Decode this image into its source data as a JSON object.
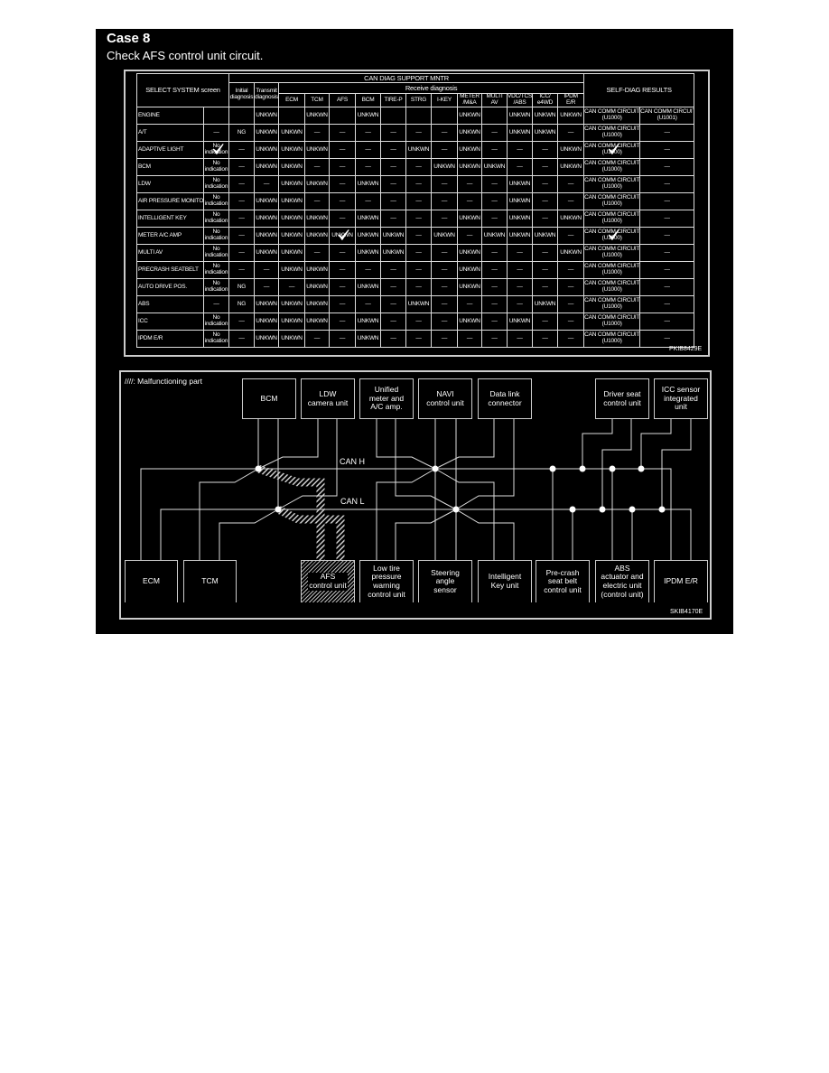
{
  "header": {
    "title": "Case 8",
    "subtitle": "Check AFS control unit circuit."
  },
  "table": {
    "select_system_header": "SELECT SYSTEM screen",
    "can_diag_header": "CAN DIAG SUPPORT MNTR",
    "initial_header": "Initial\ndiagnosis",
    "transmit_header": "Transmit\ndiagnosis",
    "receive_header": "Receive diagnosis",
    "self_diag_header": "SELF-DIAG RESULTS",
    "receive_columns": [
      "ECM",
      "TCM",
      "AFS",
      "BCM",
      "TIRE-P",
      "STRG",
      "I-KEY",
      "METER\n/M&A",
      "MULTI\nAV",
      "VDC/TCS\n/ABS",
      "ICC/\ne4WD",
      "IPDM\nE/R"
    ],
    "rows": [
      {
        "system": "ENGINE",
        "cells": [
          "",
          "",
          "UNKWN",
          "",
          "UNKWN",
          "",
          "UNKWN",
          "",
          "",
          "",
          "UNKWN",
          "",
          "UNKWN",
          "UNKWN",
          "UNKWN",
          "CAN COMM CIRCUIT\n(U1000)",
          "CAN COMM CIRCUIT\n(U1001)"
        ],
        "checked": []
      },
      {
        "system": "A/T",
        "cells": [
          "—",
          "NG",
          "UNKWN",
          "UNKWN",
          "—",
          "—",
          "—",
          "—",
          "—",
          "—",
          "UNKWN",
          "—",
          "UNKWN",
          "UNKWN",
          "—",
          "CAN COMM CIRCUIT\n(U1000)",
          "—"
        ],
        "checked": []
      },
      {
        "system": "ADAPTIVE LIGHT",
        "cells": [
          "No\nindication",
          "—",
          "UNKWN",
          "UNKWN",
          "UNKWN",
          "—",
          "—",
          "—",
          "UNKWN",
          "—",
          "UNKWN",
          "—",
          "—",
          "—",
          "UNKWN",
          "CAN COMM CIRCUIT\n(U1000)",
          "—"
        ],
        "checked": [
          0,
          15
        ]
      },
      {
        "system": "BCM",
        "cells": [
          "No\nindication",
          "—",
          "UNKWN",
          "UNKWN",
          "—",
          "—",
          "—",
          "—",
          "—",
          "UNKWN",
          "UNKWN",
          "UNKWN",
          "—",
          "—",
          "UNKWN",
          "CAN COMM CIRCUIT\n(U1000)",
          "—"
        ],
        "checked": []
      },
      {
        "system": "LDW",
        "cells": [
          "No\nindication",
          "—",
          "—",
          "UNKWN",
          "UNKWN",
          "—",
          "UNKWN",
          "—",
          "—",
          "—",
          "—",
          "—",
          "UNKWN",
          "—",
          "—",
          "CAN COMM CIRCUIT\n(U1000)",
          "—"
        ],
        "checked": []
      },
      {
        "system": "AIR PRESSURE MONITOR",
        "cells": [
          "No\nindication",
          "—",
          "UNKWN",
          "UNKWN",
          "—",
          "—",
          "—",
          "—",
          "—",
          "—",
          "—",
          "—",
          "UNKWN",
          "—",
          "—",
          "CAN COMM CIRCUIT\n(U1000)",
          "—"
        ],
        "checked": []
      },
      {
        "system": "INTELLIGENT KEY",
        "cells": [
          "No\nindication",
          "—",
          "UNKWN",
          "UNKWN",
          "UNKWN",
          "—",
          "UNKWN",
          "—",
          "—",
          "—",
          "UNKWN",
          "—",
          "UNKWN",
          "—",
          "UNKWN",
          "CAN COMM CIRCUIT\n(U1000)",
          "—"
        ],
        "checked": []
      },
      {
        "system": "METER A/C AMP",
        "cells": [
          "No\nindication",
          "—",
          "UNKWN",
          "UNKWN",
          "UNKWN",
          "UNKWN",
          "UNKWN",
          "UNKWN",
          "—",
          "UNKWN",
          "—",
          "UNKWN",
          "UNKWN",
          "UNKWN",
          "—",
          "CAN COMM CIRCUIT\n(U1000)",
          "—"
        ],
        "checked": [
          5,
          15
        ]
      },
      {
        "system": "MULTI AV",
        "cells": [
          "No\nindication",
          "—",
          "UNKWN",
          "UNKWN",
          "—",
          "—",
          "UNKWN",
          "UNKWN",
          "—",
          "—",
          "UNKWN",
          "—",
          "—",
          "—",
          "UNKWN",
          "CAN COMM CIRCUIT\n(U1000)",
          "—"
        ],
        "checked": []
      },
      {
        "system": "PRECRASH SEATBELT",
        "cells": [
          "No\nindication",
          "—",
          "—",
          "UNKWN",
          "UNKWN",
          "—",
          "—",
          "—",
          "—",
          "—",
          "UNKWN",
          "—",
          "—",
          "—",
          "—",
          "CAN COMM CIRCUIT\n(U1000)",
          "—"
        ],
        "checked": []
      },
      {
        "system": "AUTO DRIVE POS.",
        "cells": [
          "No\nindication",
          "NG",
          "—",
          "—",
          "UNKWN",
          "—",
          "UNKWN",
          "—",
          "—",
          "—",
          "UNKWN",
          "—",
          "—",
          "—",
          "—",
          "CAN COMM CIRCUIT\n(U1000)",
          "—"
        ],
        "checked": []
      },
      {
        "system": "ABS",
        "cells": [
          "—",
          "NG",
          "UNKWN",
          "UNKWN",
          "UNKWN",
          "—",
          "—",
          "—",
          "UNKWN",
          "—",
          "—",
          "—",
          "—",
          "UNKWN",
          "—",
          "CAN COMM CIRCUIT\n(U1000)",
          "—"
        ],
        "checked": []
      },
      {
        "system": "ICC",
        "cells": [
          "No\nindication",
          "—",
          "UNKWN",
          "UNKWN",
          "UNKWN",
          "—",
          "UNKWN",
          "—",
          "—",
          "—",
          "UNKWN",
          "—",
          "UNKWN",
          "—",
          "—",
          "CAN COMM CIRCUIT\n(U1000)",
          "—"
        ],
        "checked": []
      },
      {
        "system": "IPDM E/R",
        "cells": [
          "No\nindication",
          "—",
          "UNKWN",
          "UNKWN",
          "—",
          "—",
          "UNKWN",
          "—",
          "—",
          "—",
          "—",
          "—",
          "—",
          "—",
          "—",
          "CAN COMM CIRCUIT\n(U1000)",
          "—"
        ],
        "checked": []
      }
    ],
    "figure_code": "PKIB8429E"
  },
  "diagram": {
    "legend": "////: Malfunctioning part",
    "can_h": "CAN H",
    "can_l": "CAN L",
    "top_units": [
      "BCM",
      "LDW\ncamera unit",
      "Unified\nmeter and\nA/C amp.",
      "NAVI\ncontrol unit",
      "Data link\nconnector",
      "Driver seat\ncontrol unit",
      "ICC sensor\nintegrated\nunit"
    ],
    "bottom_units": [
      "ECM",
      "TCM",
      "AFS\ncontrol unit",
      "Low tire\npressure\nwarning\ncontrol unit",
      "Steering\nangle\nsensor",
      "Intelligent\nKey unit",
      "Pre-crash\nseat belt\ncontrol unit",
      "ABS\nactuator and\nelectric unit\n(control unit)",
      "IPDM E/R"
    ],
    "malfunctioning_unit": "AFS control unit",
    "figure_code": "SKIB4170E"
  }
}
